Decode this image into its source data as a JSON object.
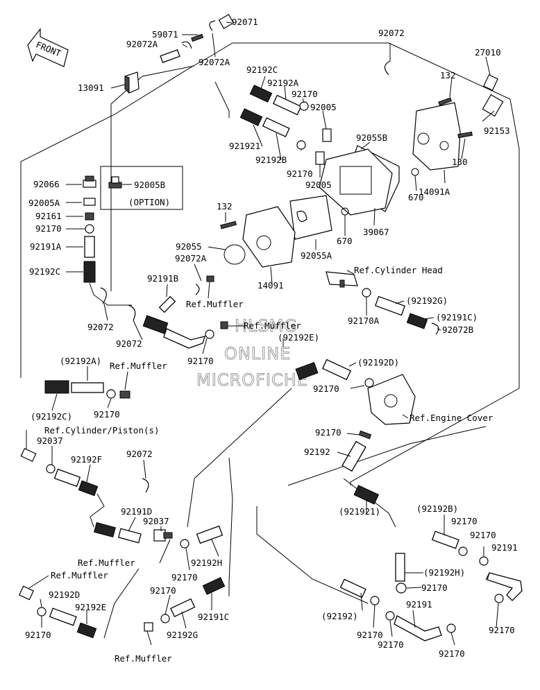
{
  "watermark": [
    "HLSMG",
    "ONLINE",
    "MICROFICHE"
  ],
  "front_arrow": "FRONT",
  "option_label": "(OPTION)",
  "labels": {
    "l01": "92071",
    "l02": "59071",
    "l03": "92072A",
    "l04": "92072A",
    "l05": "92072",
    "l06": "27010",
    "l07": "13091",
    "l08": "92192C",
    "l09": "92192A",
    "l10": "92170",
    "l11": "132",
    "l12": "92005",
    "l13": "92153",
    "l14": "921921",
    "l15": "92192B",
    "l16": "92055B",
    "l17": "92170",
    "l18": "130",
    "l19": "92005",
    "l20": "14091A",
    "l21": "92066",
    "l22": "92005B",
    "l23": "92005A",
    "l24": "670",
    "l25": "92161",
    "l26": "132",
    "l27": "670",
    "l28": "39067",
    "l29": "92170",
    "l30": "92191A",
    "l31": "92055",
    "l32": "92055A",
    "l33": "92072A",
    "l34": "92192C",
    "l35": "14091",
    "l36": "Ref.Cylinder Head",
    "l37": "92191B",
    "l38": "Ref.Muffler",
    "l39": "(92192G)",
    "l40": "92072",
    "l41": "92072",
    "l42": "92170A",
    "l43": "(92191C)",
    "l44": "Ref.Muffler",
    "l45": "92072B",
    "l46": "(92192E)",
    "l47": "(92192A)",
    "l48": "Ref.Muffler",
    "l49": "92170",
    "l50": "(92192D)",
    "l51": "92170",
    "l52": "(92192C)",
    "l53": "92170",
    "l54": "Ref.Engine Cover",
    "l55": "Ref.Cylinder/Piston(s)",
    "l56": "92170",
    "l57": "92037",
    "l58": "92072",
    "l59": "92192",
    "l60": "92192F",
    "l61": "92191D",
    "l62": "92037",
    "l63": "(921921)",
    "l64": "(92192B)",
    "l65": "92170",
    "l66": "Ref.Muffler",
    "l67": "92170",
    "l68": "92191",
    "l69": "92192H",
    "l70": "92170",
    "l71": "Ref.Muffler",
    "l72": "(92192H)",
    "l73": "92192D",
    "l74": "92170",
    "l75": "92192E",
    "l76": "92191C",
    "l77": "92170",
    "l78": "92191",
    "l79": "92192G",
    "l80": "(92192)",
    "l81": "92170",
    "l82": "92170",
    "l83": "92170",
    "l84": "Ref.Muffler",
    "l85": "92170",
    "l86": "92170"
  }
}
